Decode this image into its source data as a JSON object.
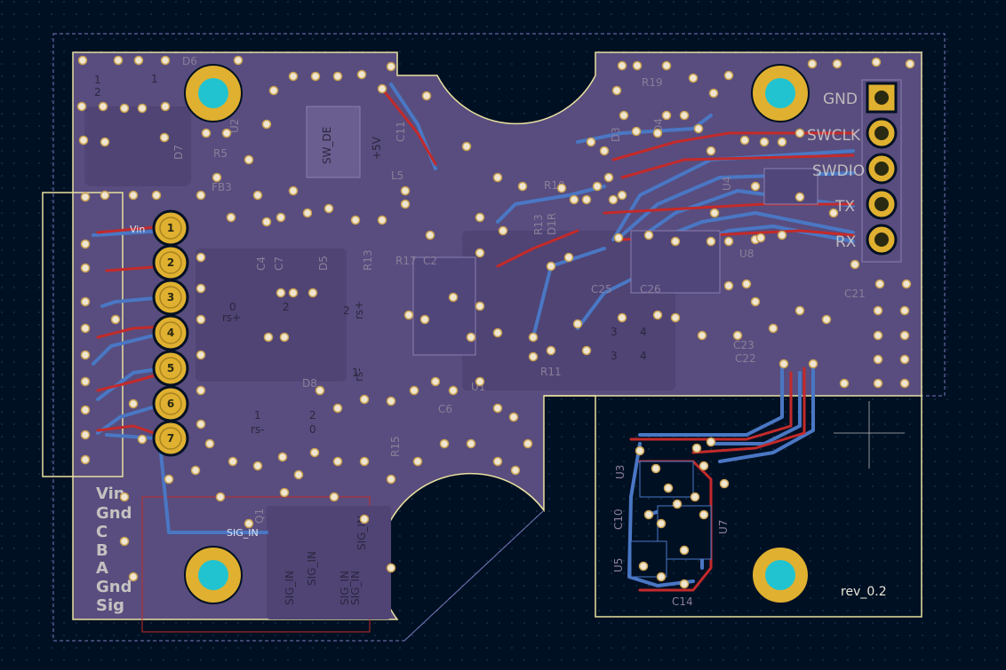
{
  "board": {
    "colors": {
      "background": "#001023",
      "grid_dot": "#27405a",
      "board_fill": "#584d7e",
      "copper_front": "#c42a2a",
      "copper_back": "#4a77c4",
      "pad_gold": "#e0b030",
      "via_fill": "#f0e6d0",
      "outline": "#e8e0a0",
      "courtyard": "#ffffff"
    },
    "revision": "rev_0.2"
  },
  "connectors": {
    "left_header": {
      "pins": [
        "1",
        "2",
        "3",
        "4",
        "5",
        "6",
        "7"
      ],
      "net_label": "Vin"
    },
    "left_legend": [
      "Vin",
      "Gnd",
      "C",
      "B",
      "A",
      "Gnd",
      "Sig"
    ],
    "right_header": {
      "labels": [
        "GND",
        "SWCLK",
        "SWDIO",
        "TX",
        "RX"
      ]
    }
  },
  "signal_labels": {
    "sig_in_trace": "SIG_IN",
    "sig_in_big": "SIG_IN",
    "sig_in_small": [
      "SIG_IN",
      "SIG_IN",
      "SIG_IN",
      "SIG_IN"
    ],
    "rs_plus": "rs+",
    "rs_minus": "rs-",
    "sw_de": "SW_DE",
    "plus5v": "+5V"
  },
  "designators": [
    "D6",
    "R5",
    "FB3",
    "D7",
    "U2",
    "C4",
    "C7",
    "D5",
    "R13",
    "R17",
    "C2",
    "L5",
    "R19",
    "D3",
    "D4",
    "U4",
    "R10",
    "R13",
    "D1R",
    "C21",
    "U8",
    "C25",
    "C26",
    "C23",
    "C22",
    "R11",
    "U1",
    "C6",
    "D8",
    "R15",
    "Q1",
    "U3",
    "C10",
    "U5",
    "U7",
    "C14",
    "C11"
  ],
  "pad_values": [
    "1",
    "2",
    "0",
    "2",
    "1",
    "0",
    "1",
    "2",
    "1",
    "2",
    "3",
    "4",
    "3",
    "4"
  ]
}
